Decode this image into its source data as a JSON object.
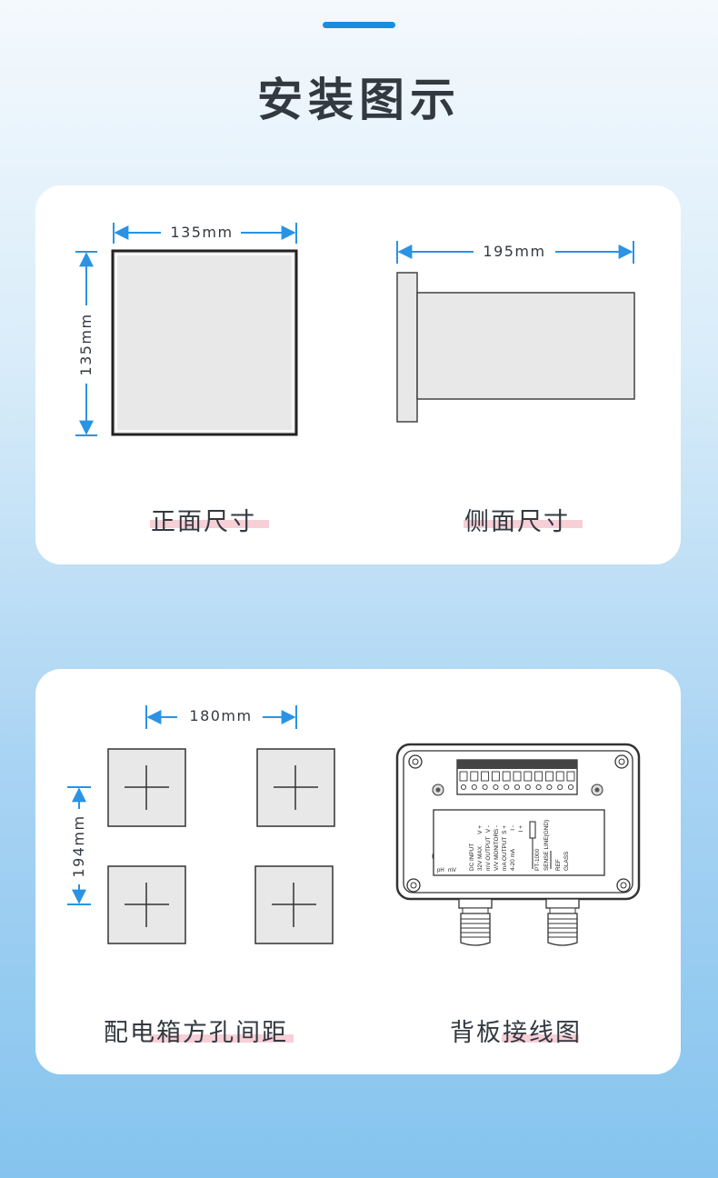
{
  "header": {
    "title": "安装图示"
  },
  "card_dimensions": {
    "front": {
      "width_label": "135mm",
      "height_label": "135mm",
      "caption": "正面尺寸"
    },
    "side": {
      "depth_label": "195mm",
      "caption": "侧面尺寸"
    }
  },
  "card_mounting": {
    "cutout": {
      "width_label": "180mm",
      "height_label": "194mm",
      "caption": "配电箱方孔间距"
    },
    "wiring": {
      "caption": "背板接线图",
      "terminal_labels": [
        "DC INPUT",
        "32V MAX",
        "mV OUTPUT",
        "V/V MONITOR",
        "mA OUTPUT",
        "4-20 mA",
        "PT-1000",
        "SENSE LINE(GND)",
        "REF",
        "GLASS"
      ],
      "polarity_marks": [
        "V +",
        "V -",
        "S -",
        "S +",
        "I -",
        "I +"
      ],
      "switch_labels": [
        "pH",
        "mV"
      ]
    }
  },
  "colors": {
    "accent": "#1b8de0",
    "dimension_line": "#2a93e3",
    "panel_fill": "#e8e8e8",
    "highlight": "#f6cfd7",
    "text": "#333940"
  }
}
